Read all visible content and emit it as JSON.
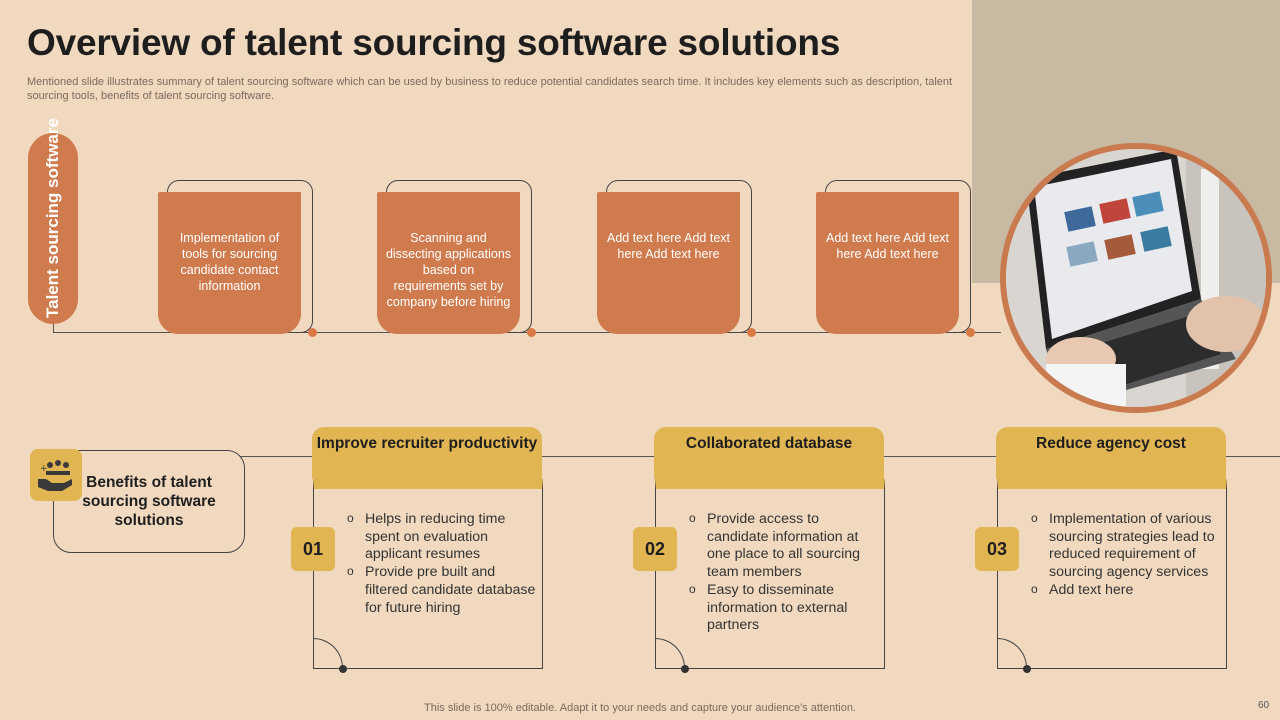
{
  "title": "Overview of talent sourcing software solutions",
  "subtitle": "Mentioned slide illustrates summary of talent sourcing software which can be used by business to reduce potential candidates search time. It includes key elements such as description, talent sourcing tools, benefits of talent sourcing software.",
  "software": {
    "label": "Talent sourcing software",
    "items": [
      "Implementation of tools for sourcing candidate contact information",
      "Scanning and dissecting applications based on requirements set by company before hiring",
      "Add text here Add text here Add text here",
      "Add text here Add text here Add text here"
    ]
  },
  "benefits": {
    "label": "Benefits of talent sourcing software solutions",
    "cards": [
      {
        "number": "01",
        "title": "Improve recruiter productivity",
        "bullets": [
          "Helps in reducing time spent on evaluation applicant resumes",
          "Provide pre built and filtered candidate database for future hiring"
        ]
      },
      {
        "number": "02",
        "title": "Collaborated database",
        "bullets": [
          "Provide access to candidate information at one place to all sourcing team members",
          "Easy to disseminate information to external partners"
        ]
      },
      {
        "number": "03",
        "title": "Reduce agency cost",
        "bullets": [
          "Implementation of various sourcing strategies lead to reduced requirement of sourcing agency services",
          "Add text here"
        ]
      }
    ]
  },
  "footer": "This slide is 100% editable. Adapt it to your needs and capture your audience's attention.",
  "page_number": "60",
  "colors": {
    "background": "#f1d9bf",
    "accent_orange": "#cf7b4e",
    "accent_gold": "#e0b552",
    "tan": "#c8b9a2"
  },
  "icons": {
    "benefit": "hand-people-icon"
  }
}
